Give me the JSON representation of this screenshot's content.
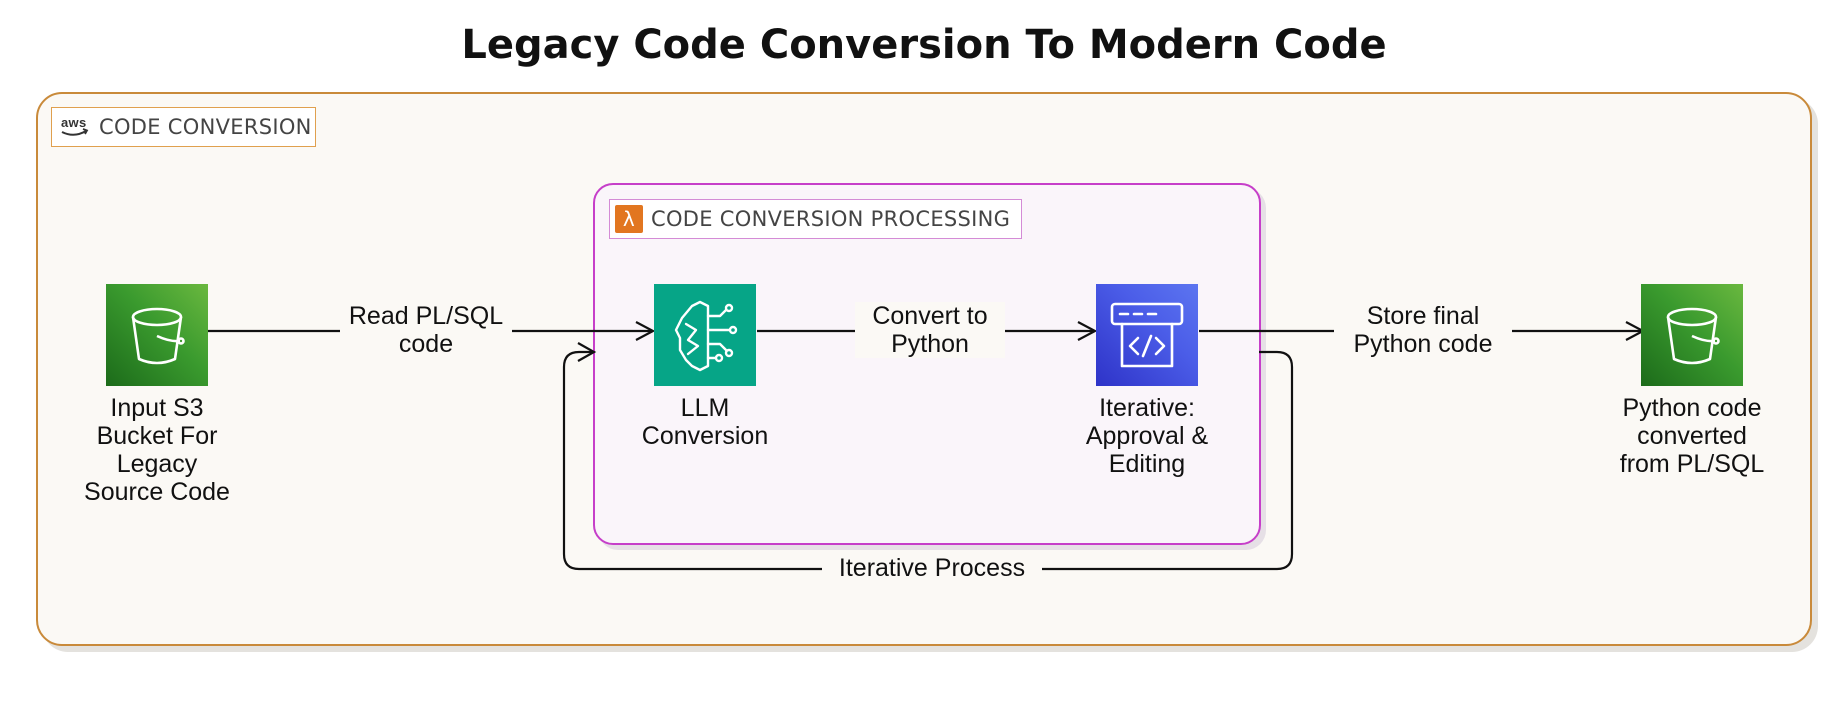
{
  "title": "Legacy Code Conversion To Modern Code",
  "groups": {
    "outer": {
      "label": "CODE CONVERSION",
      "logo": "aws-logo",
      "color": "#c98a3a"
    },
    "inner": {
      "label": "CODE CONVERSION PROCESSING",
      "logo": "lambda-icon",
      "logo_glyph": "λ",
      "color": "#c63fc9"
    }
  },
  "nodes": {
    "input": {
      "label": "Input S3\nBucket For\nLegacy\nSource Code",
      "icon": "s3-bucket-icon"
    },
    "llm": {
      "label": "LLM\nConversion",
      "icon": "bedrock-icon"
    },
    "iterative": {
      "label": "Iterative:\nApproval &\nEditing",
      "icon": "code-editor-icon"
    },
    "output": {
      "label": "Python code\nconverted\nfrom PL/SQL",
      "icon": "s3-bucket-icon"
    }
  },
  "edges": {
    "read": "Read PL/SQL\ncode",
    "convert": "Convert to\nPython",
    "store": "Store final\nPython code",
    "loop": "Iterative Process"
  }
}
